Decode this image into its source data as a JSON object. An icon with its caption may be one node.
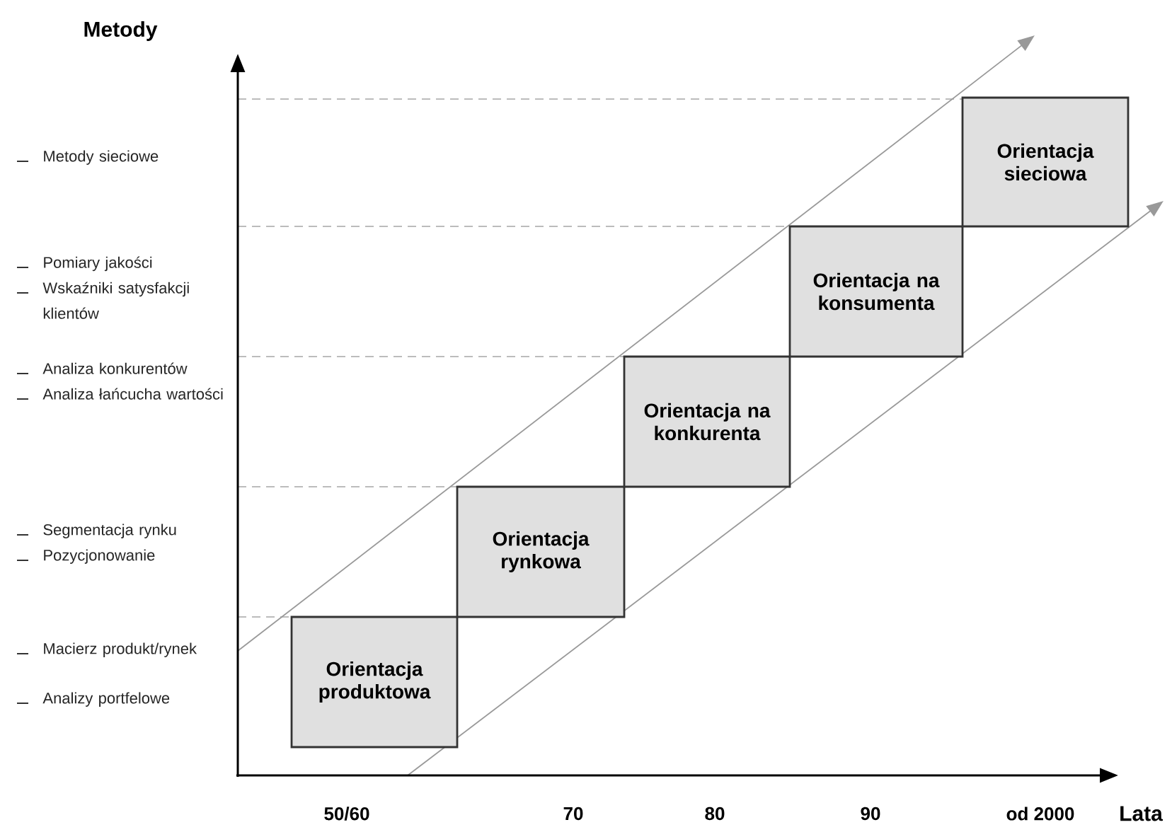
{
  "diagram": {
    "nodes": [
      {
        "text": [
          "Orientacja produktowa"
        ]
      },
      {
        "text": [
          "Orientacja rynkowa"
        ]
      },
      {
        "text": [
          "Orientacja na konkurenta"
        ]
      },
      {
        "text": [
          "Orientacja na konsumenta"
        ]
      },
      {
        "text": [
          "Orientacja sieciowa"
        ]
      }
    ],
    "labels": [
      "Metody",
      "Metody sieciowe",
      "Pomiary jakości",
      "Wskaźniki satysfakcji klientów",
      "Analiza konkurentów",
      "Analiza łańcucha wartości",
      "Segmentacja rynku",
      "Pozycjonowanie",
      "Macierz produkt/rynek",
      "Analizy portfelowe",
      "50/60",
      "70",
      "80",
      "90",
      "od 2000",
      "Lata"
    ]
  }
}
